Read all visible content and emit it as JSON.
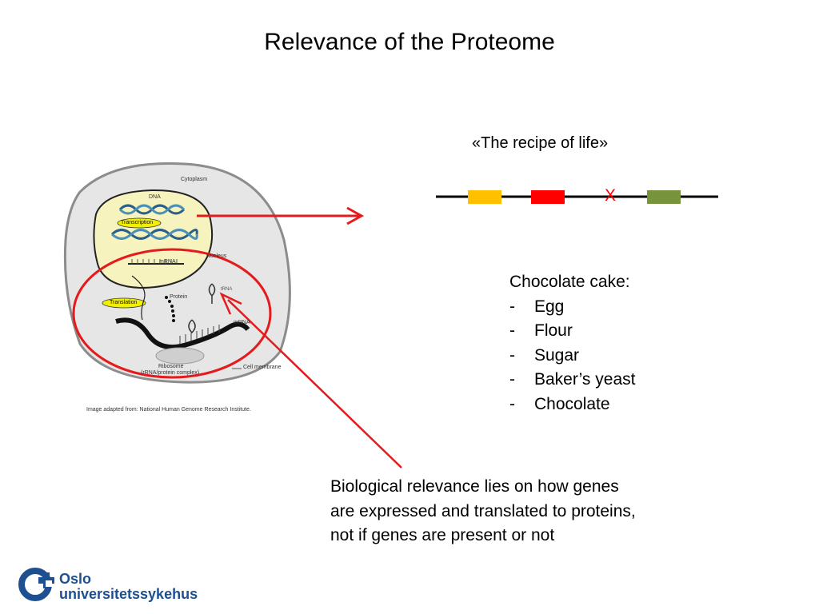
{
  "slide": {
    "title": "Relevance of the Proteome",
    "recipe_title": "«The recipe of life»",
    "gene_missing_mark": "X",
    "list_heading": "Chocolate cake:",
    "ingredients": [
      "Egg",
      "Flour",
      "Sugar",
      "Baker’s yeast",
      "Chocolate"
    ],
    "bio_text": [
      "Biological relevance lies on how genes",
      "are expressed and translated to proteins,",
      "not if genes are present or not"
    ],
    "image_credit": "Image adapted from: National Human Genome Research Institute."
  },
  "cell": {
    "cytoplasm": "Cytoplasm",
    "dna": "DNA",
    "transcription": "Transcription",
    "mrna": "mRNA",
    "nucleus": "Nucleus",
    "translation": "Translation",
    "protein": "Protein",
    "trna": "tRNA",
    "mrna2": "mRNA",
    "ribosome": "Ribosome",
    "ribosome_sub": "(rRNA/protein complex)",
    "cell_membrane": "Cell membrane"
  },
  "colors": {
    "gene1": "#ffc000",
    "gene2": "#ff0000",
    "gene3": "#77933c",
    "arrow": "#e41a1c",
    "logo": "#1d4f91"
  },
  "logo": {
    "name": "Oslo",
    "sub": "universitetssykehus"
  }
}
